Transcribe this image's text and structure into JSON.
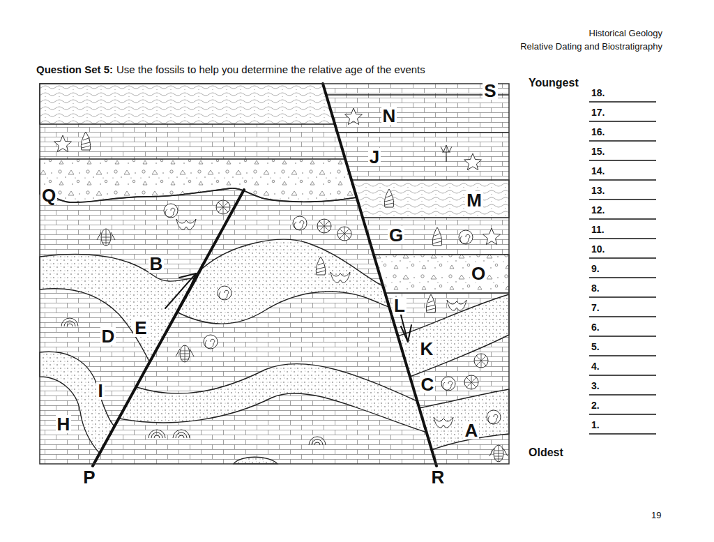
{
  "diagram": {
    "labels": [
      "Historical Geology",
      "Relative Dating and Biostratigraphy",
      "Question Set 5:",
      "Use the fossils to help you determine the relative age of the events",
      "Youngest",
      "18.",
      "17.",
      "16.",
      "15.",
      "14.",
      "13.",
      "12.",
      "11.",
      "10.",
      "9.",
      "8.",
      "7.",
      "6.",
      "5.",
      "4.",
      "3.",
      "2.",
      "1.",
      "Oldest",
      "S",
      "N",
      "J",
      "M",
      "G",
      "O",
      "L",
      "K",
      "C",
      "A",
      "Q",
      "B",
      "D",
      "E",
      "I",
      "H",
      "P",
      "R",
      "19"
    ]
  }
}
